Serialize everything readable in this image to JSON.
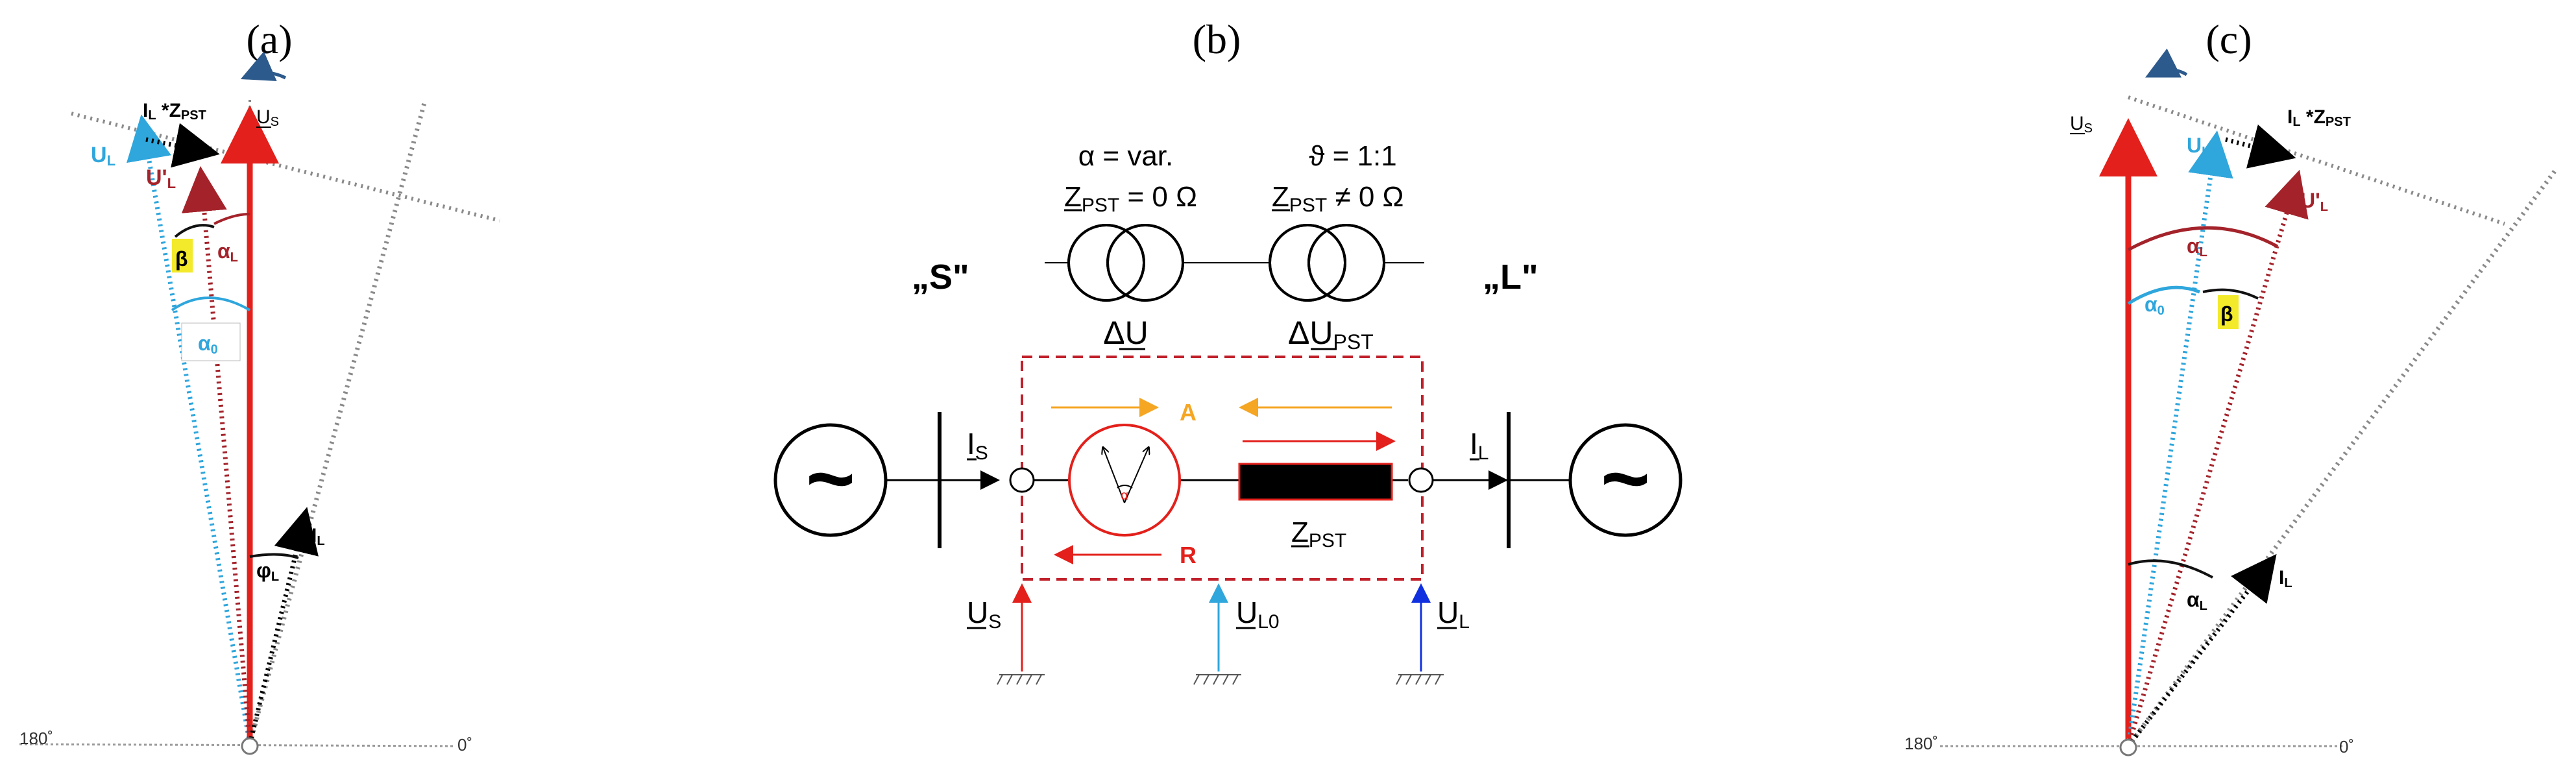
{
  "panel_a": {
    "label": "(a)",
    "US_base": "U",
    "US_sub": "S",
    "IL_ZPST_1": "I",
    "IL_ZPST_1_sub": "L",
    "IL_ZPST_star": " *",
    "IL_ZPST_2": "Z",
    "IL_ZPST_2_sub": "PST",
    "UL_base": "U",
    "UL_sub": "L",
    "ULp_base": "U'",
    "ULp_sub": "L",
    "beta": "β",
    "alphaL_base": "α",
    "alphaL_sub": "L",
    "alpha0_base": "α",
    "alpha0_sub": "0",
    "phiL_base": "φ",
    "phiL_sub": "L",
    "IL_base": "I",
    "IL_sub": "L",
    "deg180": "180˚",
    "deg0": "0˚"
  },
  "panel_b": {
    "label": "(b)",
    "alpha_var": "α  = var.",
    "theta_ratio": "ϑ = 1:1",
    "zpst_zero_base": "Z",
    "zpst_zero_sub": "PST",
    "zpst_zero_rest": " = 0 Ω",
    "zpst_nz_base": "Z",
    "zpst_nz_sub": "PST",
    "zpst_nz_rest": " ≠ 0 Ω",
    "node_S": "„S\"",
    "node_L": "„L\"",
    "dU": "ΔU",
    "dUpst_base": "ΔU",
    "dUpst_sub": "PST",
    "A": "A",
    "R": "R",
    "alpha_small": "α",
    "IS_base": "I",
    "IS_sub": "S",
    "IL_base": "I",
    "IL_sub": "L",
    "ZPST_base": "Z",
    "ZPST_sub": "PST",
    "US_base": "U",
    "US_sub": "S",
    "UL0_base": "U",
    "UL0_sub": "L0",
    "UL_base": "U",
    "UL_sub": "L",
    "tilde": "~"
  },
  "panel_c": {
    "label": "(c)",
    "US_base": "U",
    "US_sub": "S",
    "IL_ZPST_1": "I",
    "IL_ZPST_1_sub": "L",
    "IL_ZPST_star": " *",
    "IL_ZPST_2": "Z",
    "IL_ZPST_2_sub": "PST",
    "UL1_base": "U",
    "UL1_sub": "L1",
    "ULp_base": "U'",
    "ULp_sub": "L",
    "alphaL_base": "α",
    "alphaL_sub": "L",
    "alpha0_base": "α",
    "alpha0_sub": "0",
    "beta": "β",
    "alphaL2_base": "α",
    "alphaL2_sub": "L",
    "IL_base": "I",
    "IL_sub": "L",
    "deg180": "180˚",
    "deg0": "0˚"
  },
  "colors": {
    "red": "#e3201b",
    "darkred": "#a4232b",
    "blue": "#2fa6dc",
    "orange": "#f5a623",
    "black": "#000000",
    "gray": "#8a8a8a",
    "highlight": "#f2ea2a",
    "darkblue": "#2d5a8c",
    "pureblue": "#1030e0"
  }
}
